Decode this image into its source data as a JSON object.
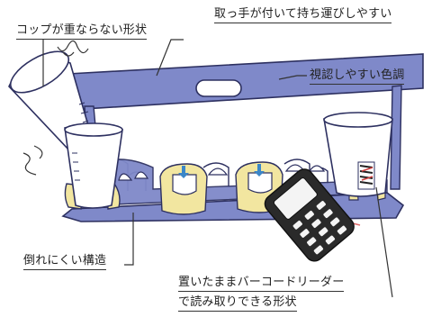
{
  "callouts": {
    "stack_free": "コップが重ならない形状",
    "handle": "取っ手が付いて持ち運びしやすい",
    "color": "視認しやすい色調",
    "stability": "倒れにくい構造",
    "scanner_line1": "置いたままバーコードリーダー",
    "scanner_line2": "で読み取りできる形状"
  },
  "colors": {
    "tray_blue": "#7f89c9",
    "tray_outline": "#2d3060",
    "holder_yellow": "#f2e6a0",
    "arrow_blue": "#3b87c8",
    "scanner_body": "#2a2a2a",
    "scan_beam": "#e06b6b"
  }
}
